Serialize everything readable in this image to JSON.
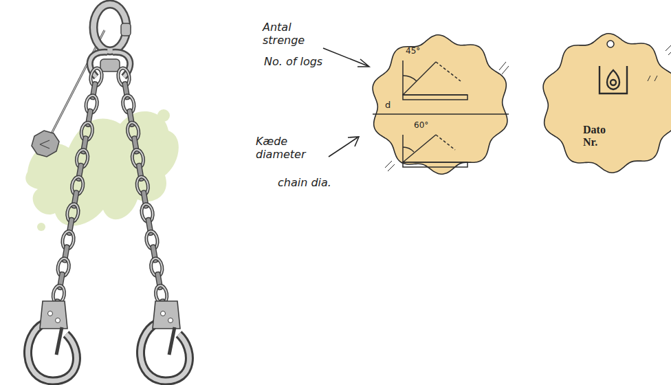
{
  "diagram": {
    "nodes": [
      {
        "text": [
          "45°",
          "60°",
          "d"
        ]
      },
      {
        "text": [
          "Dato Nr."
        ]
      }
    ],
    "labels": [
      "Antal strenge",
      "No. of logs",
      "Kæde diameter",
      "chain dia."
    ]
  }
}
